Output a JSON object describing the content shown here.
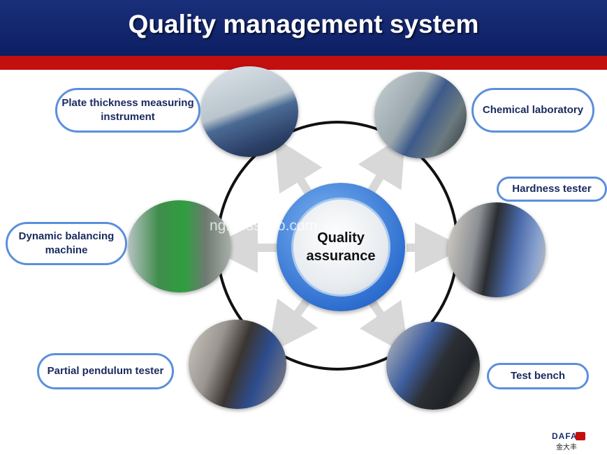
{
  "title": "Quality management system",
  "center_label": "Quality assurance",
  "nodes": {
    "plate_thickness": "Plate thickness measuring instrument",
    "chemical_lab": "Chemical laboratory",
    "hardness_tester": "Hardness tester",
    "dynamic_balancing": "Dynamic balancing machine",
    "partial_pendulum": "Partial pendulum tester",
    "test_bench": "Test bench"
  },
  "watermark": "ng.bossgoo.com",
  "logo": {
    "brand": "DAFA",
    "sub": "金大丰"
  },
  "colors": {
    "header": "#0d1f63",
    "accent_red": "#c40f0f",
    "pill_border": "#5b8fdc",
    "center_blue": "#2f6fd0"
  }
}
